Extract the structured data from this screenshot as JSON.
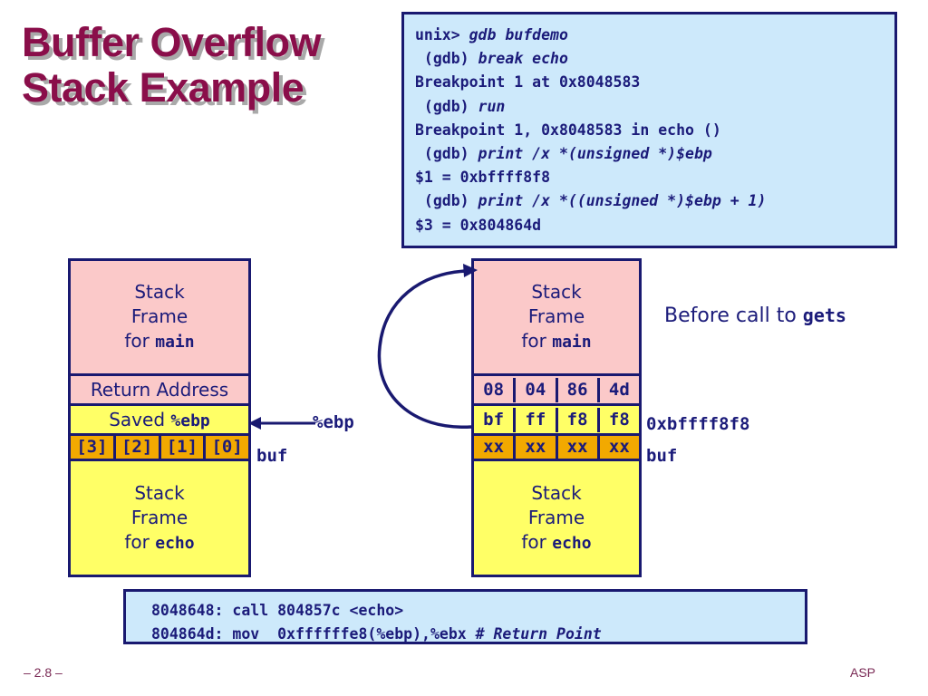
{
  "title": "Buffer Overflow Stack Example",
  "gdb_session": {
    "lines": [
      {
        "prompt": "unix> ",
        "cmd": "gdb bufdemo",
        "output": ""
      },
      {
        "prompt": " (gdb) ",
        "cmd": "break echo",
        "output": ""
      },
      {
        "prompt": "",
        "cmd": "",
        "output": "Breakpoint 1 at 0x8048583"
      },
      {
        "prompt": " (gdb) ",
        "cmd": "run",
        "output": ""
      },
      {
        "prompt": "",
        "cmd": "",
        "output": "Breakpoint 1, 0x8048583 in echo ()"
      },
      {
        "prompt": " (gdb) ",
        "cmd": "print /x *(unsigned *)$ebp",
        "output": ""
      },
      {
        "prompt": "",
        "cmd": "",
        "output": "$1 = 0xbffff8f8"
      },
      {
        "prompt": " (gdb) ",
        "cmd": "print /x *((unsigned *)$ebp + 1)",
        "output": ""
      },
      {
        "prompt": "",
        "cmd": "",
        "output": "$3 = 0x804864d"
      }
    ]
  },
  "stack_left": {
    "main_frame": {
      "l1": "Stack",
      "l2": "Frame",
      "l3_prefix": "for ",
      "l3_mono": "main"
    },
    "return_address": "Return Address",
    "saved_ebp_prefix": "Saved ",
    "saved_ebp_mono": "%ebp",
    "buf_cells": [
      "[3]",
      "[2]",
      "[1]",
      "[0]"
    ],
    "echo_frame": {
      "l1": "Stack",
      "l2": "Frame",
      "l3_prefix": "for ",
      "l3_mono": "echo"
    },
    "ebp_label": "%ebp",
    "buf_label": "buf"
  },
  "stack_right": {
    "main_frame": {
      "l1": "Stack",
      "l2": "Frame",
      "l3_prefix": "for ",
      "l3_mono": "main"
    },
    "return_bytes": [
      "08",
      "04",
      "86",
      "4d"
    ],
    "ebp_bytes": [
      "bf",
      "ff",
      "f8",
      "f8"
    ],
    "buf_bytes": [
      "xx",
      "xx",
      "xx",
      "xx"
    ],
    "echo_frame": {
      "l1": "Stack",
      "l2": "Frame",
      "l3_prefix": "for ",
      "l3_mono": "echo"
    },
    "address_label": "0xbffff8f8",
    "buf_label": "buf",
    "caption_prefix": "Before call to ",
    "caption_mono": "gets"
  },
  "asm_box": {
    "lines": [
      {
        "code": "8048648: call 804857c <echo>",
        "comment": ""
      },
      {
        "code": "804864d: mov  0xffffffe8(%ebp),%ebx ",
        "comment": "# Return Point"
      }
    ]
  },
  "footer": {
    "left": "– 2.8 –",
    "right": "ASP"
  },
  "colors": {
    "title": "#8a0e4a",
    "title_shadow": "#a9a9a9",
    "ink": "#1b1b7a",
    "border": "#191970",
    "codebox_bg": "#cde9fb",
    "pink": "#fbc9c9",
    "yellow": "#ffff66",
    "orange": "#f2a900",
    "footer": "#7a2a55"
  }
}
